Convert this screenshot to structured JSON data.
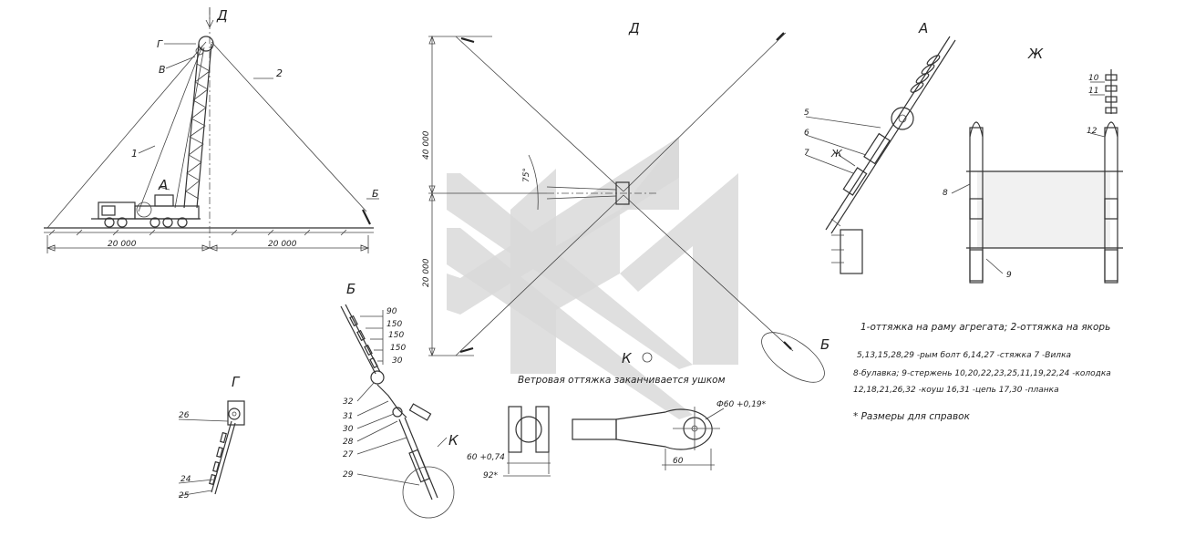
{
  "view_labels": {
    "d_top": "Д",
    "d_view": "Д",
    "a_view": "А",
    "zh_view": "Ж",
    "b_view": "Б",
    "g_view": "Г",
    "k_view": "К",
    "b_tag": "Б",
    "k_tag": "К"
  },
  "main_view": {
    "labels": {
      "g": "Г",
      "v": "В",
      "one": "1",
      "two": "2",
      "a": "А",
      "b": "Б"
    },
    "dims": {
      "left": "20 000",
      "right": "20 000"
    }
  },
  "plan_view": {
    "dims": {
      "upper": "40 000",
      "lower": "20 000",
      "angle": "75°"
    }
  },
  "view_a": {
    "callouts": [
      "5",
      "6",
      "7"
    ],
    "arrow_label": "Ж"
  },
  "view_zh": {
    "callouts": [
      "10",
      "11",
      "12",
      "8",
      "9"
    ]
  },
  "view_b": {
    "spacings": [
      "90",
      "150",
      "150",
      "150",
      "30"
    ],
    "callouts": [
      "32",
      "31",
      "30",
      "28",
      "27",
      "29"
    ]
  },
  "view_g": {
    "callouts": [
      "26",
      "24",
      "25"
    ]
  },
  "view_k": {
    "caption": "Ветровая оттяжка заканчивается ушком",
    "dims": {
      "diameter": "Ф60 +0,19*",
      "width": "60 +0,74",
      "overall": "92*",
      "length": "60"
    }
  },
  "legend": {
    "line1": "1-оттяжка на раму агрегата;  2-оттяжка на якорь",
    "line2": "5,13,15,28,29 -рым болт   6,14,27 -стяжка   7 -Вилка",
    "line3": "8-булавка;   9-стержень   10,20,22,23,25,11,19,22,24 -колодка",
    "line4": "12,18,21,26,32 -коуш   16,31 -цепь   17,30 -планка",
    "footnote": "* Размеры для справок"
  }
}
